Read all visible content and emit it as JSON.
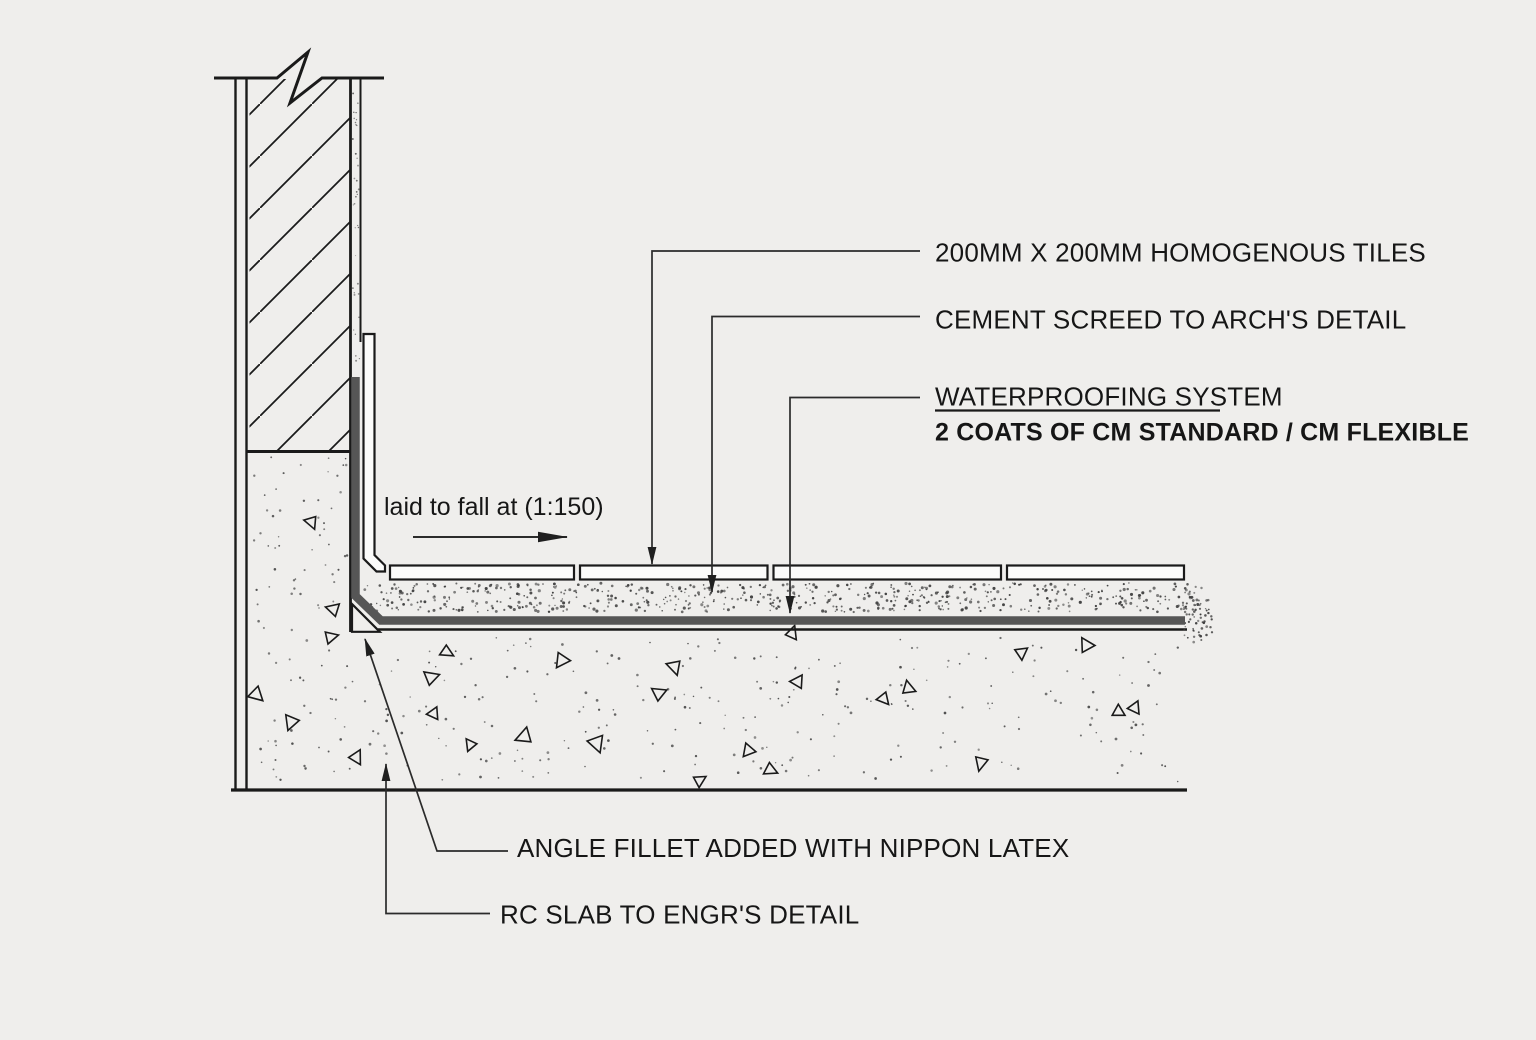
{
  "drawing": {
    "background_color": "#efeeec",
    "line_color": "#1a1a1a",
    "membrane_color": "#565656",
    "annotations": {
      "tiles_label": "200MM X 200MM HOMOGENOUS TILES",
      "screed_label": "CEMENT SCREED TO ARCH'S DETAIL",
      "waterproofing_title": "WATERPROOFING SYSTEM",
      "waterproofing_subtitle": "2 COATS OF CM STANDARD / CM FLEXIBLE",
      "fall_note": "laid to fall at (1:150)",
      "angle_fillet_label": "ANGLE FILLET ADDED WITH NIPPON LATEX",
      "rc_slab_label": "RC SLAB TO ENGR'S DETAIL"
    }
  }
}
